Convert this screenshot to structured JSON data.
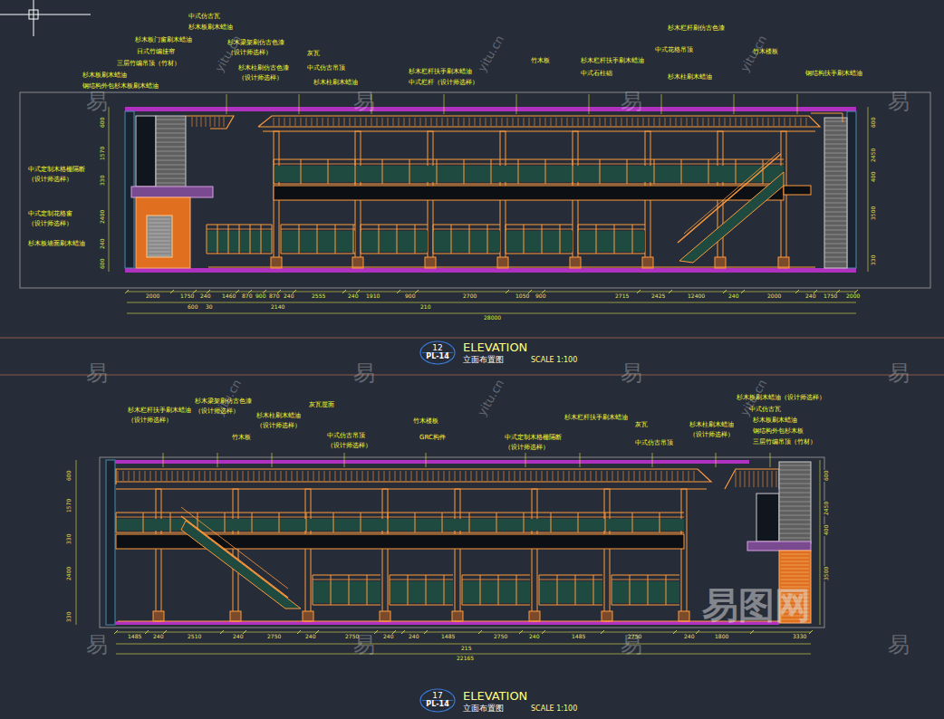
{
  "diagram": {
    "nodes": [
      {
        "text": [
          "12",
          "PL-14"
        ]
      },
      {
        "text": [
          "17",
          "PL-14"
        ]
      }
    ],
    "labels": [
      "杉木板刷木蜡油",
      "钢结构外包杉木板刷木蜡油",
      "三层竹编吊顶（竹材）",
      "杉木板门窗刷木蜡油",
      "日式竹编挂帘",
      "中式仿古瓦",
      "杉木板刷木蜡油",
      "杉木梁架刷仿古色漆",
      "（设计师选样）",
      "杉木柱刷仿古色漆",
      "（设计师选样）",
      "灰瓦",
      "中式仿古吊顶",
      "杉木柱刷木蜡油",
      "杉木栏杆扶手刷木蜡油",
      "中式栏杆（设计师选样）",
      "竹木板",
      "杉木栏杆扶手刷木蜡油",
      "中式石柱础",
      "杉木栏杆刷仿古色漆",
      "中式花格吊顶",
      "杉木柱刷木蜡油",
      "竹木楼板",
      "钢结构扶手刷木蜡油",
      "中式定制木格栅隔断",
      "（设计师选样）",
      "中式定制花格窗",
      "（设计师选样）",
      "杉木板墙面刷木蜡油",
      "2000",
      "1750",
      "240",
      "1460",
      "870",
      "900",
      "870",
      "240",
      "2555",
      "240",
      "1910",
      "900",
      "2700",
      "1050",
      "900",
      "2715",
      "2425",
      "12400",
      "240",
      "2000",
      "240",
      "1750",
      "2000",
      "600",
      "30",
      "2140",
      "210",
      "28000",
      "600",
      "1570",
      "330",
      "2400",
      "240",
      "600",
      "600",
      "2450",
      "400",
      "3500",
      "330",
      "ELEVATION",
      "立面布置图",
      "SCALE 1:100",
      "杉木栏杆扶手刷木蜡油",
      "（设计师选样）",
      "杉木梁架刷仿古色漆",
      "（设计师选样）",
      "竹木板",
      "杉木柱刷木蜡油",
      "（设计师选样）",
      "灰瓦屋面",
      "中式仿古吊顶",
      "（设计师选样）",
      "竹木楼板",
      "GRC构件",
      "中式定制木格栅隔断",
      "（设计师选样）",
      "杉木栏杆扶手刷木蜡油",
      "灰瓦",
      "中式仿古吊顶",
      "杉木柱刷木蜡油",
      "（设计师选样）",
      "杉木板刷木蜡油（设计师选样）",
      "中式仿古瓦",
      "杉木板刷木蜡油",
      "钢结构外包杉木板",
      "三层竹编吊顶（竹材）",
      "1485",
      "240",
      "2510",
      "240",
      "2750",
      "240",
      "2750",
      "240",
      "240",
      "1485",
      "2750",
      "240",
      "1485",
      "2750",
      "240",
      "1800",
      "3330",
      "215",
      "22165",
      "600",
      "1570",
      "330",
      "2400",
      "330",
      "600",
      "2450",
      "400",
      "3500",
      "ELEVATION",
      "立面布置图",
      "SCALE 1:100",
      "易",
      "易",
      "易",
      "易",
      "易",
      "易",
      "易",
      "易",
      "易",
      "易",
      "易",
      "易",
      "yitu.cn",
      "yitu.cn",
      "yitu.cn",
      "yitu.cn",
      "yitu.cn",
      "yitu.cn",
      "易图网"
    ]
  }
}
